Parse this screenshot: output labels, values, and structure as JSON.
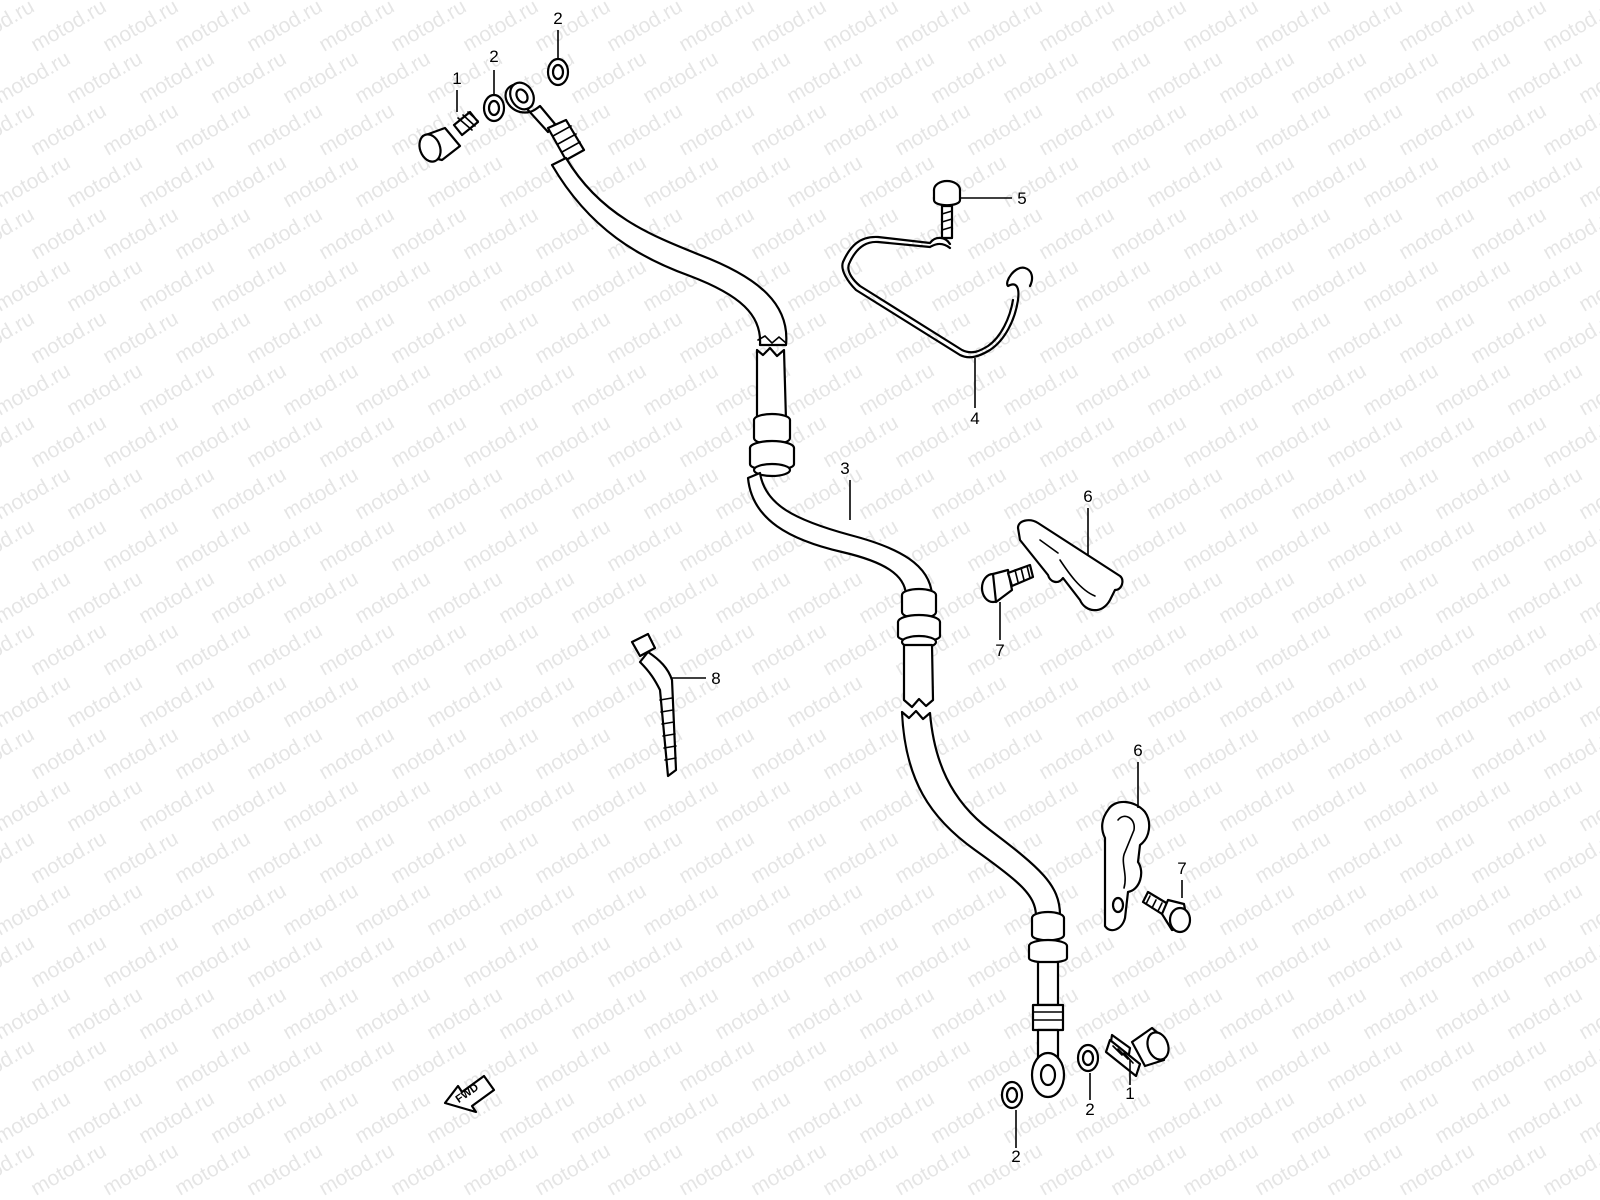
{
  "watermark": {
    "text": "motod.ru"
  },
  "direction_marker": {
    "label": "FWD",
    "icon": "forward-arrow-icon"
  },
  "callouts": [
    {
      "id": "c1a",
      "label": "1"
    },
    {
      "id": "c2a",
      "label": "2"
    },
    {
      "id": "c2b",
      "label": "2"
    },
    {
      "id": "c5",
      "label": "5"
    },
    {
      "id": "c4",
      "label": "4"
    },
    {
      "id": "c3",
      "label": "3"
    },
    {
      "id": "c6a",
      "label": "6"
    },
    {
      "id": "c7a",
      "label": "7"
    },
    {
      "id": "c8",
      "label": "8"
    },
    {
      "id": "c6b",
      "label": "6"
    },
    {
      "id": "c7b",
      "label": "7"
    },
    {
      "id": "c1b",
      "label": "1"
    },
    {
      "id": "c2c",
      "label": "2"
    },
    {
      "id": "c2d",
      "label": "2"
    }
  ],
  "colors": {
    "line": "#000000",
    "background": "#ffffff"
  }
}
